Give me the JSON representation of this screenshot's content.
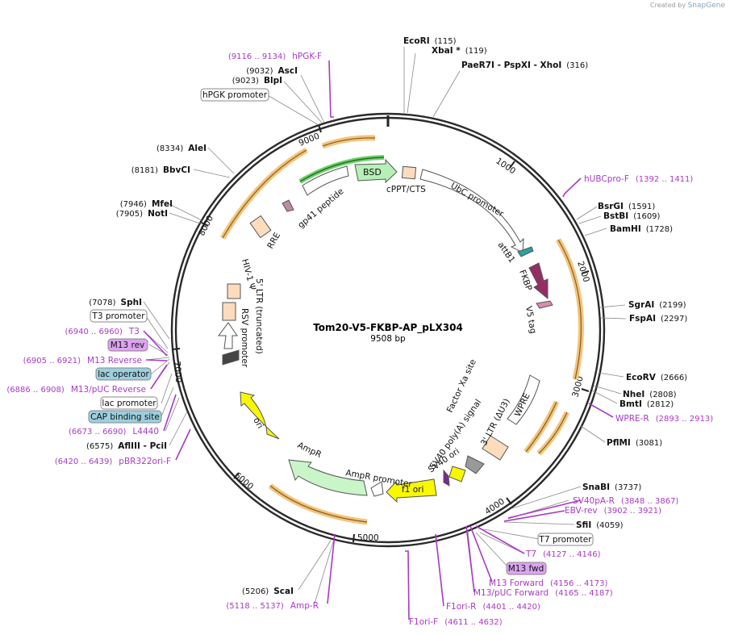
{
  "credit": {
    "prefix": "Created by",
    "brand": "SnapGene"
  },
  "plasmid": {
    "name": "Tom20-V5-FKBP-AP_pLX304",
    "size": "9508 bp"
  },
  "ring_ticks": [
    "1000",
    "2000",
    "3000",
    "4000",
    "5000",
    "6000",
    "7000",
    "8000",
    "9000"
  ],
  "enzymes": [
    {
      "name": "EcoRI",
      "pos": "(115)"
    },
    {
      "name": "XbaI *",
      "pos": "(119)"
    },
    {
      "name": "PaeR7I  - PspXI  - XhoI",
      "pos": "(316)"
    },
    {
      "name": "BsrGI",
      "pos": "(1591)"
    },
    {
      "name": "BstBI",
      "pos": "(1609)"
    },
    {
      "name": "BamHI",
      "pos": "(1728)"
    },
    {
      "name": "SgrAI",
      "pos": "(2199)"
    },
    {
      "name": "FspAI",
      "pos": "(2297)"
    },
    {
      "name": "EcoRV",
      "pos": "(2666)"
    },
    {
      "name": "NheI",
      "pos": "(2808)"
    },
    {
      "name": "BmtI",
      "pos": "(2812)"
    },
    {
      "name": "PflMI",
      "pos": "(3081)"
    },
    {
      "name": "SnaBI",
      "pos": "(3737)"
    },
    {
      "name": "SfiI",
      "pos": "(4059)"
    },
    {
      "name": "ScaI",
      "pos": "(5206)"
    },
    {
      "name": "AflIII  - PciI",
      "pos": "(6575)"
    },
    {
      "name": "SphI",
      "pos": "(7078)"
    },
    {
      "name": "NotI",
      "pos": "(7905)"
    },
    {
      "name": "MfeI",
      "pos": "(7946)"
    },
    {
      "name": "BbvCI",
      "pos": "(8181)"
    },
    {
      "name": "AleI",
      "pos": "(8334)"
    },
    {
      "name": "BlpI",
      "pos": "(9023)"
    },
    {
      "name": "AscI",
      "pos": "(9032)"
    }
  ],
  "primers": [
    {
      "name": "hPGK-F",
      "pos": "(9116 .. 9134)"
    },
    {
      "name": "hUBCpro-F",
      "pos": "(1392 .. 1411)"
    },
    {
      "name": "WPRE-R",
      "pos": "(2893 .. 2913)"
    },
    {
      "name": "SV40pA-R",
      "pos": "(3848 .. 3867)"
    },
    {
      "name": "EBV-rev",
      "pos": "(3902 .. 3921)"
    },
    {
      "name": "T7",
      "pos": "(4127 .. 4146)"
    },
    {
      "name": "M13 Forward",
      "pos": "(4156 .. 4173)"
    },
    {
      "name": "M13/pUC Forward",
      "pos": "(4165 .. 4187)"
    },
    {
      "name": "F1ori-R",
      "pos": "(4401 .. 4420)"
    },
    {
      "name": "F1ori-F",
      "pos": "(4611 .. 4632)"
    },
    {
      "name": "Amp-R",
      "pos": "(5118 .. 5137)"
    },
    {
      "name": "pBR322ori-F",
      "pos": "(6420 .. 6439)"
    },
    {
      "name": "L4440",
      "pos": "(6673 .. 6690)"
    },
    {
      "name": "M13/pUC Reverse",
      "pos": "(6886 .. 6908)"
    },
    {
      "name": "M13 Reverse",
      "pos": "(6905 .. 6921)"
    },
    {
      "name": "T3",
      "pos": "(6940 .. 6960)"
    }
  ],
  "boxed": {
    "hpgk_promoter": "hPGK promoter",
    "t7_promoter": "T7 promoter",
    "m13_fwd": "M13 fwd",
    "t3_promoter": "T3 promoter",
    "m13_rev": "M13 rev",
    "lac_operator": "lac operator",
    "lac_promoter": "lac promoter",
    "cap_site": "CAP binding site"
  },
  "features": {
    "bsd": "BSD",
    "cppt": "cPPT/CTS",
    "ubc": "UbC promoter",
    "attb1": "attB1",
    "fkbp": "FKBP",
    "v5": "V5 tag",
    "factor_xa": "Factor Xa site",
    "wpre": "WPRE",
    "ltr3": "3' LTR (ΔU3)",
    "sv40pa": "SV40 poly(A) signal",
    "sv40ori": "SV40 ori",
    "f1ori": "f1 ori",
    "ampr_prom": "AmpR promoter",
    "ampr": "AmpR",
    "ori": "ori",
    "rsv": "RSV promoter",
    "ltr5": "5' LTR (truncated)",
    "hiv": "HIV-1 Ψ",
    "rre": "RRE",
    "gp41": "gp41 peptide"
  },
  "colors": {
    "backbone": "#2a2a2a",
    "orf_orange": "#f2c57c",
    "primer": "#a83ac4",
    "bsd": "#b6f0b6",
    "ampr": "#c9f5c9",
    "ori_yellow": "#f8f800",
    "fkbp": "#952f63",
    "ltr": "#fddcbd",
    "boxed_cyan": "#9ccfdf",
    "boxed_purple": "#dca4f0"
  }
}
